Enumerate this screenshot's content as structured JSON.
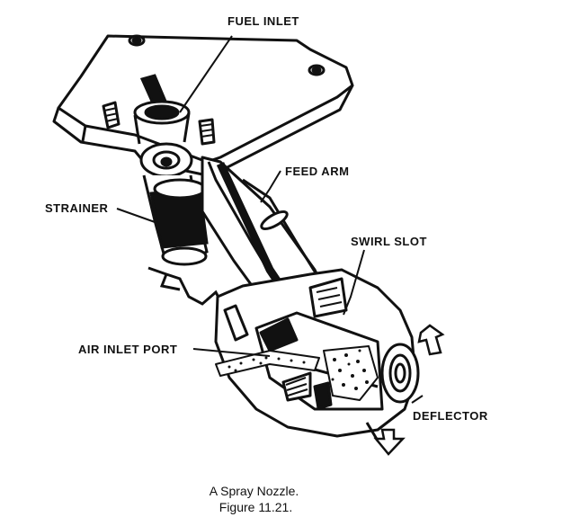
{
  "labels": {
    "fuel_inlet": "FUEL INLET",
    "feed_arm": "FEED ARM",
    "strainer": "STRAINER",
    "swirl_slot": "SWIRL SLOT",
    "air_inlet_port": "AIR INLET PORT",
    "deflector": "DEFLECTOR"
  },
  "caption": {
    "title": "A Spray Nozzle.",
    "figure_number": "Figure 11.21."
  }
}
